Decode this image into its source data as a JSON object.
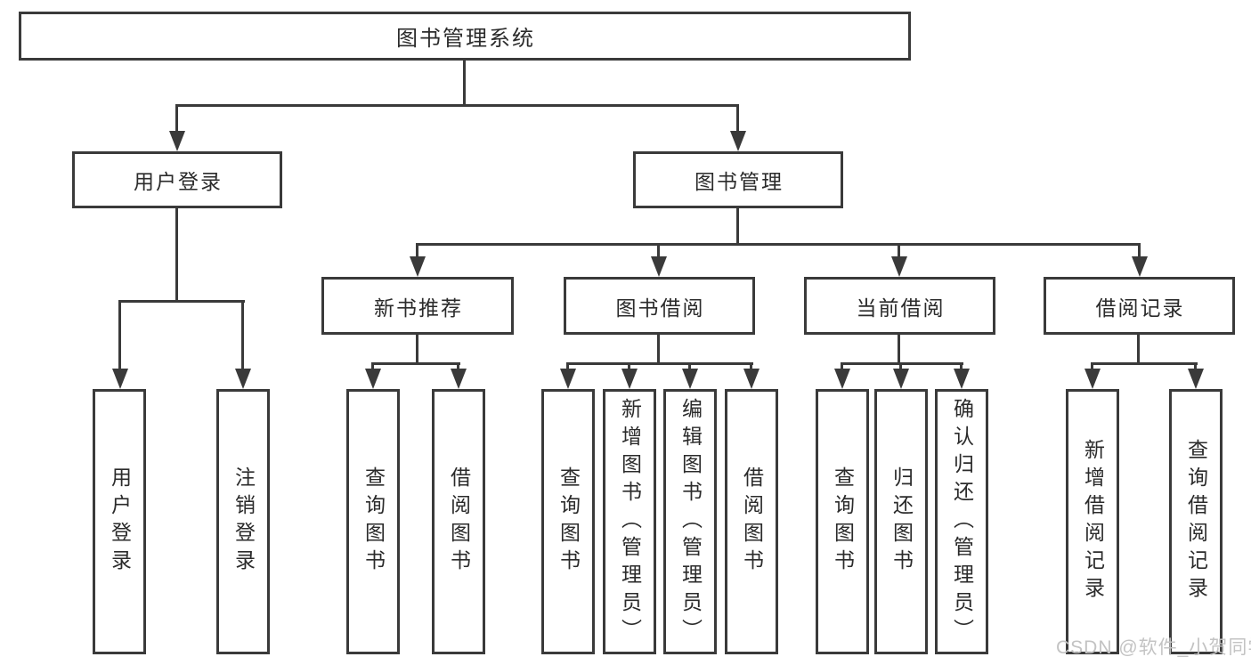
{
  "tree": {
    "label": "图书管理系统",
    "children": [
      {
        "label": "用户登录",
        "children": [
          {
            "label": "用户登录"
          },
          {
            "label": "注销登录"
          }
        ]
      },
      {
        "label": "图书管理",
        "children": [
          {
            "label": "新书推荐",
            "children": [
              {
                "label": "查询图书"
              },
              {
                "label": "借阅图书"
              }
            ]
          },
          {
            "label": "图书借阅",
            "children": [
              {
                "label": "查询图书"
              },
              {
                "label": "新增图书（管理员）"
              },
              {
                "label": "编辑图书（管理员）"
              },
              {
                "label": "借阅图书"
              }
            ]
          },
          {
            "label": "当前借阅",
            "children": [
              {
                "label": "查询图书"
              },
              {
                "label": "归还图书"
              },
              {
                "label": "确认归还（管理员）"
              }
            ]
          },
          {
            "label": "借阅记录",
            "children": [
              {
                "label": "新增借阅记录"
              },
              {
                "label": "查询借阅记录"
              }
            ]
          }
        ]
      }
    ]
  },
  "watermark": {
    "text": "CSDN @软件_小贺同学"
  },
  "colors": {
    "line": "#3a3a3a",
    "text": "#2b2b2b",
    "watermark": "#c3c3c3",
    "background": "#ffffff"
  }
}
